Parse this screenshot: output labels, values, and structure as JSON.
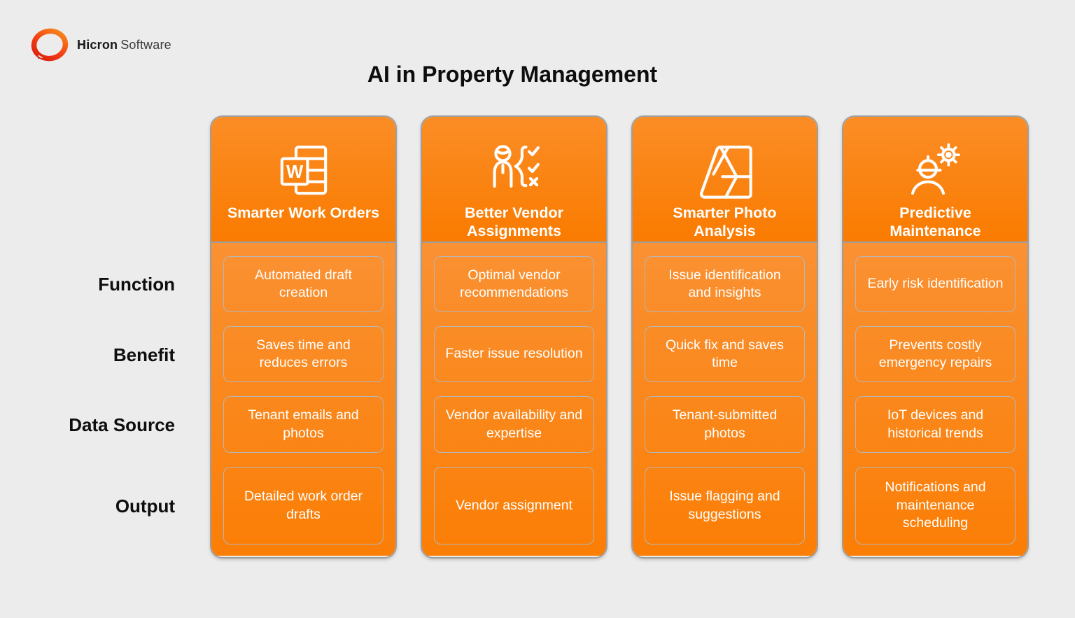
{
  "page": {
    "background_color": "#ECECEC",
    "title": "AI in Property Management"
  },
  "brand": {
    "name_bold": "Hicron",
    "name_regular": "Software",
    "logo_gradient": [
      "#D91A0F",
      "#F23E13",
      "#F9911E"
    ]
  },
  "colors": {
    "card_border": "#9e9e9e",
    "cell_border": "#b6b6b6",
    "header_gradient_top": "#FB8D26",
    "header_gradient_bottom": "#FA7B00",
    "body_gradient_top": "#FA9133",
    "body_gradient_bottom": "#FB7E05",
    "card_text": "#ffffff",
    "label_text": "#0e0e0e"
  },
  "rows": [
    {
      "key": "function",
      "label": "Function"
    },
    {
      "key": "benefit",
      "label": "Benefit"
    },
    {
      "key": "data_source",
      "label": "Data Source"
    },
    {
      "key": "output",
      "label": "Output"
    }
  ],
  "columns": [
    {
      "icon": "word-document-icon",
      "title": "Smarter Work Orders",
      "cells": {
        "function": "Automated draft creation",
        "benefit": "Saves time and reduces errors",
        "data_source": "Tenant emails and photos",
        "output": "Detailed work order drafts"
      }
    },
    {
      "icon": "vendor-checklist-icon",
      "title": "Better Vendor Assignments",
      "cells": {
        "function": "Optimal vendor recommendations",
        "benefit": "Faster issue resolution",
        "data_source": "Vendor availability and expertise",
        "output": "Vendor assignment"
      }
    },
    {
      "icon": "photo-analysis-icon",
      "title": "Smarter Photo Analysis",
      "cells": {
        "function": "Issue identification and insights",
        "benefit": "Quick fix and saves time",
        "data_source": "Tenant-submitted photos",
        "output": "Issue flagging and suggestions"
      }
    },
    {
      "icon": "worker-gear-icon",
      "title": "Predictive Maintenance",
      "cells": {
        "function": "Early risk identification",
        "benefit": "Prevents costly emergency repairs",
        "data_source": "IoT devices and historical trends",
        "output": "Notifications and maintenance scheduling"
      }
    }
  ]
}
